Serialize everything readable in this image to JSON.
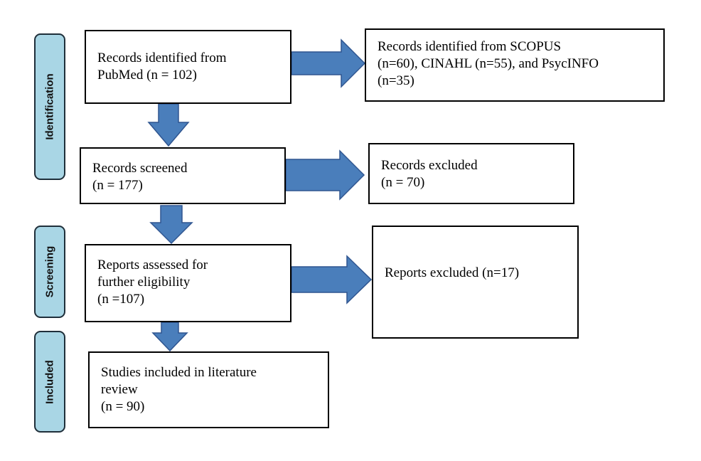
{
  "phases": {
    "identification": "Identification",
    "screening": "Screening",
    "included": "Included"
  },
  "boxes": {
    "pubmed": "Records identified from\nPubMed (n = 102)",
    "other_sources": "Records identified from SCOPUS\n(n=60), CINAHL (n=55), and PsycINFO\n(n=35)",
    "screened": "Records screened\n(n = 177)",
    "excluded_records": "Records excluded\n(n = 70)",
    "assessed": "Reports assessed for\nfurther eligibility\n(n =107)",
    "excluded_reports": "Reports excluded (n=17)",
    "included": "Studies included in literature\nreview\n(n = 90)"
  },
  "colors": {
    "arrow_fill": "#4a7ebb",
    "arrow_stroke": "#2f5590",
    "phase_fill": "#a9d6e5"
  }
}
